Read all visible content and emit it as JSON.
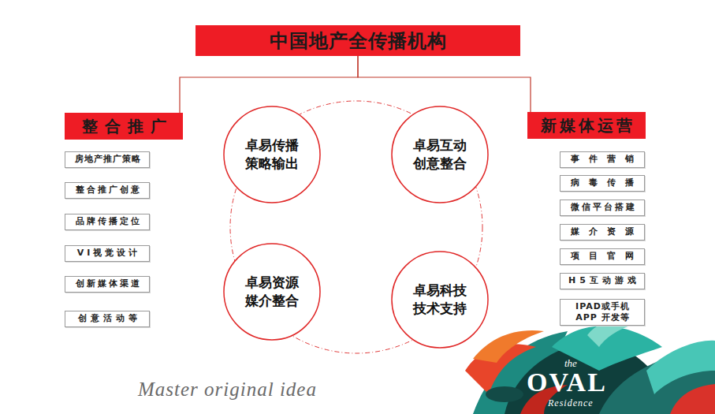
{
  "diagram": {
    "title": "中国地产全传播机构",
    "nodes": [
      {
        "text": [
          "中国地产全传播机构"
        ]
      },
      {
        "text": [
          "整合推广"
        ]
      },
      {
        "text": [
          "新媒体运营"
        ]
      },
      {
        "text": [
          "房地产推广策略"
        ]
      },
      {
        "text": [
          "整合推广创意"
        ]
      },
      {
        "text": [
          "品牌传播定位"
        ]
      },
      {
        "text": [
          "VI视觉设计"
        ]
      },
      {
        "text": [
          "创新媒体渠道"
        ]
      },
      {
        "text": [
          "创意活动等"
        ]
      },
      {
        "text": [
          "卓易传播 策略输出"
        ]
      },
      {
        "text": [
          "卓易互动 创意整合"
        ]
      },
      {
        "text": [
          "卓易资源 媒介整合"
        ]
      },
      {
        "text": [
          "卓易科技 技术支持"
        ]
      },
      {
        "text": [
          "事件营销"
        ]
      },
      {
        "text": [
          "病毒传播"
        ]
      },
      {
        "text": [
          "微信平台搭建"
        ]
      },
      {
        "text": [
          "媒介资源"
        ]
      },
      {
        "text": [
          "项目官网"
        ]
      },
      {
        "text": [
          "H5互动游戏"
        ]
      },
      {
        "text": [
          "IPAD或手机APP 开发等"
        ]
      }
    ],
    "edges": [
      {
        "from": 0,
        "to": 1,
        "arrow": "none"
      },
      {
        "from": 0,
        "to": 2,
        "arrow": "none"
      }
    ],
    "labels": [
      "Master original idea",
      "the",
      "OVAL",
      "Residence"
    ]
  }
}
